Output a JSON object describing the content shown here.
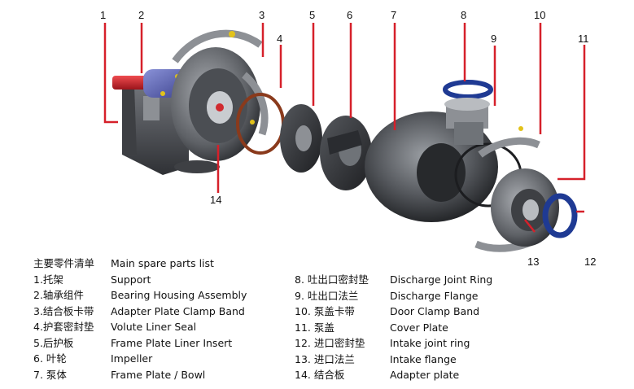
{
  "callouts": [
    {
      "id": "1",
      "label": "1"
    },
    {
      "id": "2",
      "label": "2"
    },
    {
      "id": "3",
      "label": "3"
    },
    {
      "id": "4",
      "label": "4"
    },
    {
      "id": "5",
      "label": "5"
    },
    {
      "id": "6",
      "label": "6"
    },
    {
      "id": "7",
      "label": "7"
    },
    {
      "id": "8",
      "label": "8"
    },
    {
      "id": "9",
      "label": "9"
    },
    {
      "id": "10",
      "label": "10"
    },
    {
      "id": "11",
      "label": "11"
    },
    {
      "id": "12",
      "label": "12"
    },
    {
      "id": "13",
      "label": "13"
    },
    {
      "id": "14",
      "label": "14"
    }
  ],
  "legend": {
    "header": {
      "cn": "主要零件清单",
      "en": "Main spare parts list"
    },
    "left": [
      {
        "cn": "1.托架",
        "en": "Support"
      },
      {
        "cn": "2.轴承组件",
        "en": "Bearing Housing Assembly"
      },
      {
        "cn": "3.结合板卡带",
        "en": "Adapter Plate Clamp Band"
      },
      {
        "cn": "4.护套密封垫",
        "en": "Volute Liner Seal"
      },
      {
        "cn": "5.后护板",
        "en": "Frame Plate Liner Insert"
      },
      {
        "cn": "6. 叶轮",
        "en": "Impeller"
      },
      {
        "cn": "7. 泵体",
        "en": "Frame Plate / Bowl"
      }
    ],
    "right": [
      {
        "cn": "8. 吐出口密封垫",
        "en": "Discharge Joint Ring"
      },
      {
        "cn": "9. 吐出口法兰",
        "en": "Discharge Flange"
      },
      {
        "cn": "10. 泵盖卡带",
        "en": "Door Clamp Band"
      },
      {
        "cn": "11. 泵盖",
        "en": "Cover Plate"
      },
      {
        "cn": "12. 进口密封垫",
        "en": "Intake joint ring"
      },
      {
        "cn": "13. 进口法兰",
        "en": "Intake flange"
      },
      {
        "cn": "14. 结合板",
        "en": "Adapter plate"
      }
    ]
  },
  "colors": {
    "leader_line": "#d6202a",
    "metal_dark": "#3a3c40",
    "metal_mid": "#6f7378",
    "metal_light": "#b9bcc0",
    "shaft_red": "#c8202a",
    "bearing_blue": "#5a63b8",
    "ring_blue": "#1f3a93",
    "seal_brown": "#8a3a1c",
    "bolt_yellow": "#e2c21a"
  },
  "icons": [
    "pump-support-drawing",
    "bearing-housing-drawing",
    "adapter-plate-drawing",
    "clamp-band-drawing",
    "seal-ring-drawing",
    "liner-insert-drawing",
    "impeller-drawing",
    "pump-bowl-drawing",
    "discharge-flange-drawing",
    "cover-plate-drawing",
    "intake-flange-drawing"
  ]
}
